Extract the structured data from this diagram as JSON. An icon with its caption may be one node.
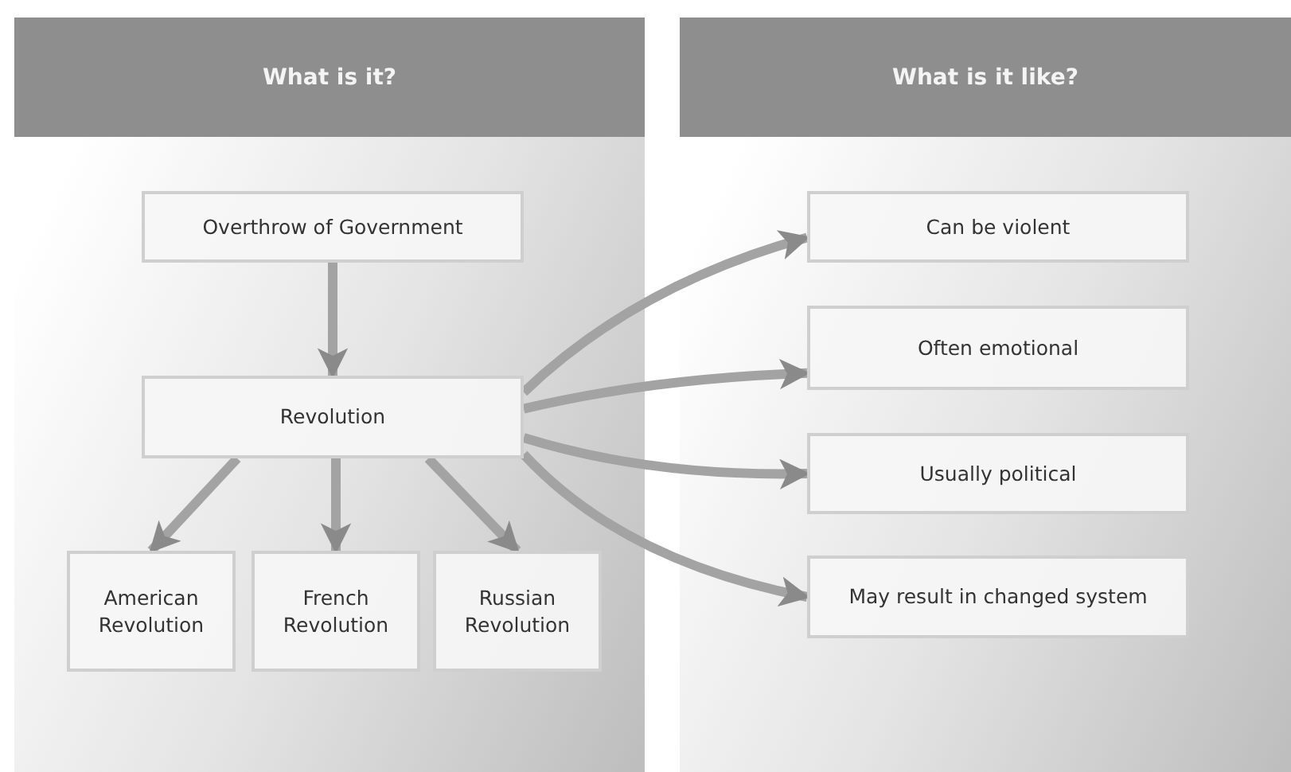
{
  "diagram": {
    "nodes": [
      {
        "text": [
          "What is it?"
        ]
      },
      {
        "text": [
          "Overthrow of Government"
        ],
        "in": 0
      },
      {
        "text": [
          "Revolution"
        ],
        "in": 0
      },
      {
        "text": [
          "American Revolution"
        ],
        "in": 0
      },
      {
        "text": [
          "French Revolution"
        ],
        "in": 0
      },
      {
        "text": [
          "Russian Revolution"
        ],
        "in": 0
      },
      {
        "text": [
          "What is it like?"
        ]
      },
      {
        "text": [
          "Can be violent"
        ],
        "in": 6
      },
      {
        "text": [
          "Often emotional"
        ],
        "in": 6
      },
      {
        "text": [
          "Usually political"
        ],
        "in": 6
      },
      {
        "text": [
          "May result in changed system"
        ],
        "in": 6
      }
    ],
    "edges": [
      {
        "from": 1,
        "to": 2,
        "arrow": "to"
      },
      {
        "from": 2,
        "to": 3,
        "arrow": "to"
      },
      {
        "from": 2,
        "to": 4,
        "arrow": "to"
      },
      {
        "from": 2,
        "to": 5,
        "arrow": "to"
      },
      {
        "from": 2,
        "to": 7,
        "arrow": "to"
      },
      {
        "from": 2,
        "to": 8,
        "arrow": "to"
      },
      {
        "from": 2,
        "to": 9,
        "arrow": "to"
      },
      {
        "from": 2,
        "to": 10,
        "arrow": "to"
      }
    ]
  }
}
